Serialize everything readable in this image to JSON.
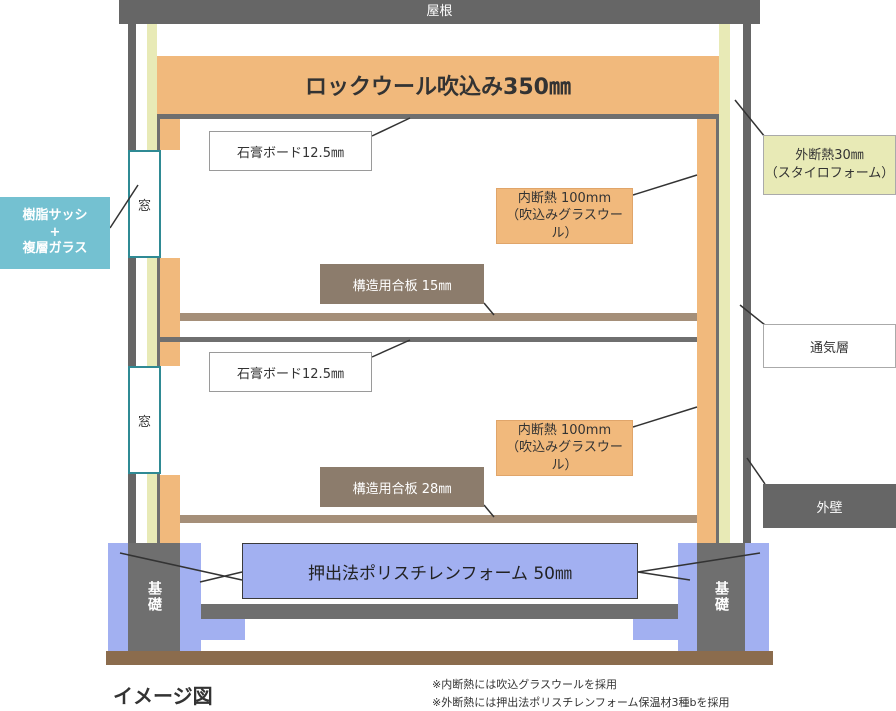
{
  "roof_label": "屋根",
  "rockwool_label": "ロックウール吹込み350㎜",
  "gypsum_upper": "石膏ボード12.5㎜",
  "gypsum_lower": "石膏ボード12.5㎜",
  "inner_insulation_upper": [
    "内断熱 100mm",
    "（吹込みグラスウール）"
  ],
  "inner_insulation_lower": [
    "内断熱 100mm",
    "（吹込みグラスウール）"
  ],
  "plywood_upper": "構造用合板 15㎜",
  "plywood_lower": "構造用合板 28㎜",
  "window_upper": "窓",
  "window_lower": "窓",
  "sash_label": [
    "樹脂サッシ",
    "+",
    "複層ガラス"
  ],
  "outer_insulation": [
    "外断熱30㎜",
    "（スタイロフォーム）"
  ],
  "ventilation_layer": "通気層",
  "outer_wall": "外壁",
  "foundation_left": "基礎",
  "foundation_right": "基礎",
  "xps_label": "押出法ポリスチレンフォーム 50㎜",
  "image_caption": "イメージ図",
  "notes": [
    "※内断熱には吹込グラスウールを採用",
    "※外断熱には押出法ポリスチレンフォーム保温材3種bを採用"
  ]
}
